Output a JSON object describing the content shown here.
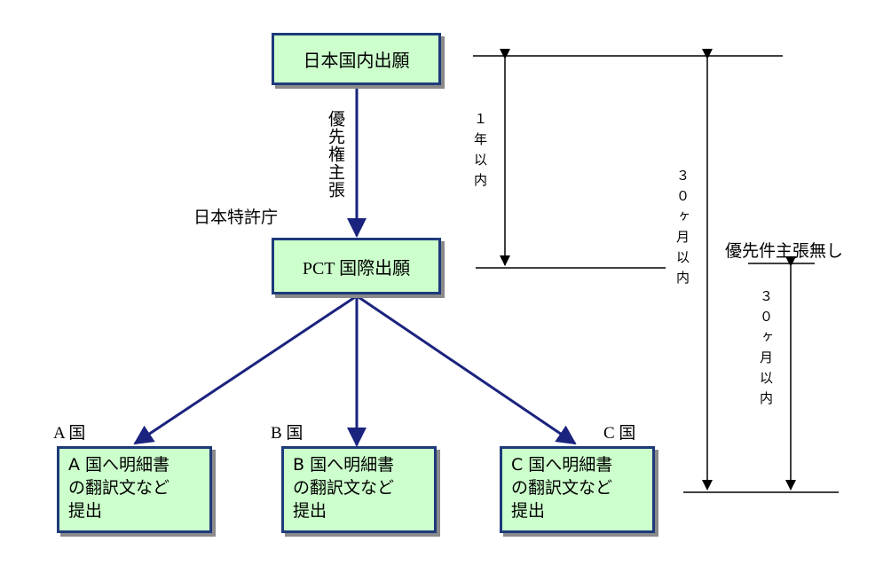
{
  "boxes": {
    "jp_application": "日本国内出願",
    "pct_application": "PCT 国際出願",
    "a_translation": [
      "A 国へ明細書",
      "の翻訳文など",
      "提出"
    ],
    "b_translation": [
      "B 国へ明細書",
      "の翻訳文など",
      "提出"
    ],
    "c_translation": [
      "C 国へ明細書",
      "の翻訳文など",
      "提出"
    ]
  },
  "labels": {
    "priority_claim": "優先権主張",
    "jpo": "日本特許庁",
    "country_a": "A 国",
    "country_b": "B 国",
    "country_c": "C 国",
    "within_1_year": "１年以内",
    "within_30_months": "３０ヶ月以内",
    "no_priority_claim": "優先件主張無し",
    "within_30_months_2": "３０ヶ月以内"
  },
  "colors": {
    "box_fill": "#ccffcc",
    "box_border": "#1e3a7a",
    "arrow": "#1a237e"
  }
}
